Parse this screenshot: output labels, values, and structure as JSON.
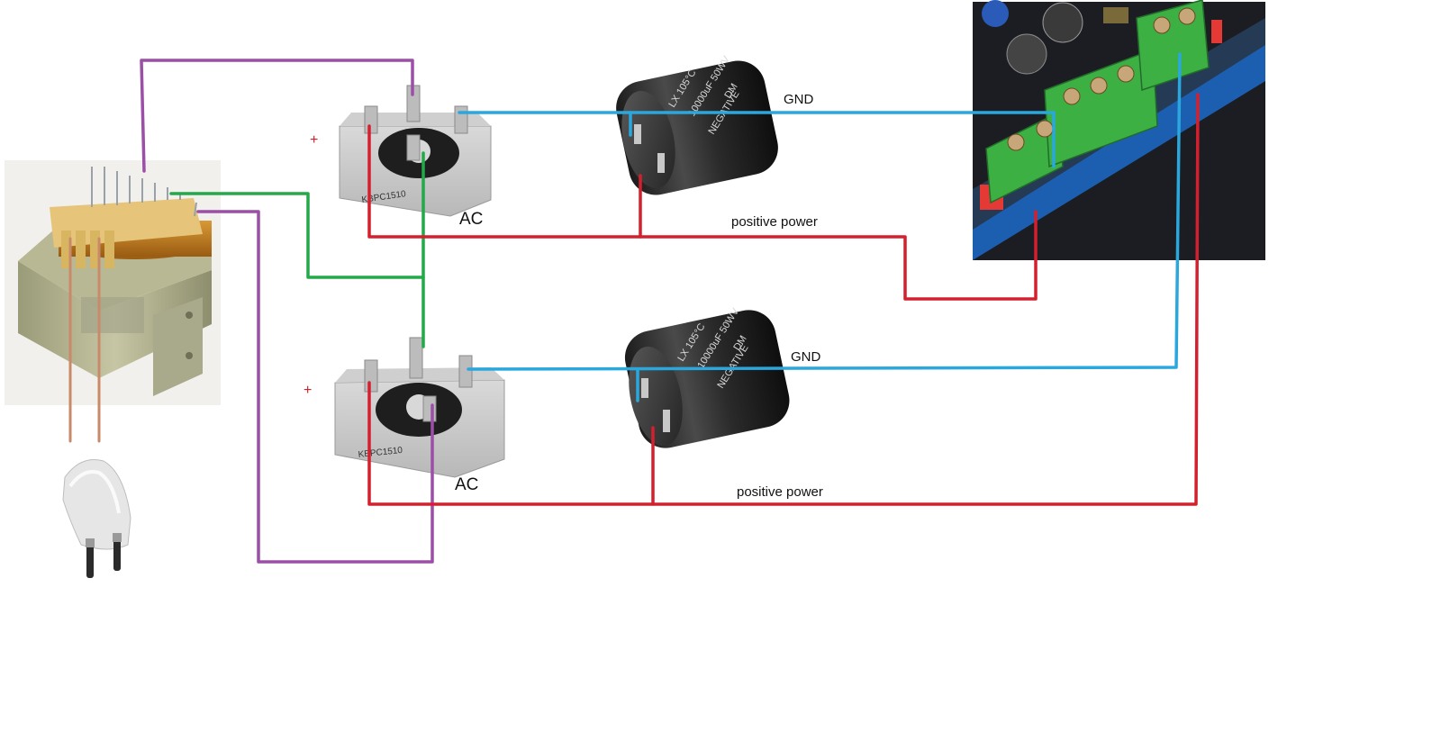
{
  "labels": {
    "ac_top": "AC",
    "ac_bottom": "AC",
    "plus_top": "+",
    "plus_bottom": "+",
    "gnd_top": "GND",
    "gnd_bottom": "GND",
    "positive_power_top": "positive power",
    "positive_power_bottom": "positive power"
  },
  "component_markings": {
    "bridge_top": "KBPC1510",
    "bridge_bottom": "KBPC1510",
    "capacitor_top": [
      "10000uF 50WV",
      "NEGATIVE",
      "DM",
      "LX 105°C"
    ],
    "capacitor_bottom": [
      "10000uF 50WV",
      "NEGATIVE",
      "DM",
      "LX 105°C"
    ]
  },
  "colors": {
    "purple_wire": "#9b4fa6",
    "green_wire": "#23a84a",
    "blue_wire": "#2aa7dd",
    "red_wire": "#d4202e",
    "brown_wire": "#c98a6a",
    "board_green": "#3cb043",
    "board_blue": "#1c5fb0"
  },
  "icons": {
    "transformer": "transformer-icon",
    "plug": "power-plug-icon",
    "bridge": "bridge-rectifier-icon",
    "capacitor": "electrolytic-capacitor-icon",
    "board": "amplifier-board-icon"
  }
}
